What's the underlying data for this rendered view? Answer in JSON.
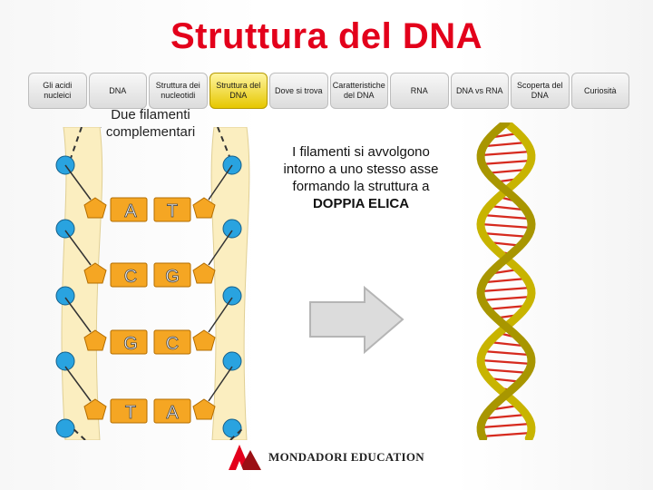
{
  "title": "Struttura del DNA",
  "nav": [
    {
      "label": "Gli acidi nucleici",
      "active": false
    },
    {
      "label": "DNA",
      "active": false
    },
    {
      "label": "Struttura dei nucleotidi",
      "active": false
    },
    {
      "label": "Struttura del DNA",
      "active": true
    },
    {
      "label": "Dove si trova",
      "active": false
    },
    {
      "label": "Caratteristiche del DNA",
      "active": false
    },
    {
      "label": "RNA",
      "active": false
    },
    {
      "label": "DNA vs RNA",
      "active": false
    },
    {
      "label": "Scoperta del DNA",
      "active": false
    },
    {
      "label": "Curiosità",
      "active": false
    }
  ],
  "diagram": {
    "label": "Due filamenti complementari",
    "pairs": [
      {
        "left": "A",
        "right": "T"
      },
      {
        "left": "C",
        "right": "G"
      },
      {
        "left": "G",
        "right": "C"
      },
      {
        "left": "T",
        "right": "A"
      }
    ]
  },
  "description": {
    "text": "I filamenti si avvolgono intorno a uno stesso asse formando la struttura a",
    "bold": "DOPPIA ELICA"
  },
  "logo": {
    "text": "MONDADORI EDUCATION"
  },
  "colors": {
    "title": "#e3001b",
    "backbone": "#fbeec0",
    "phosphate": "#29a3e0",
    "sugar": "#f5a623",
    "helix_strand": "#c8b400",
    "helix_rung": "#d62a1e",
    "arrow": "#d8d8d8"
  }
}
